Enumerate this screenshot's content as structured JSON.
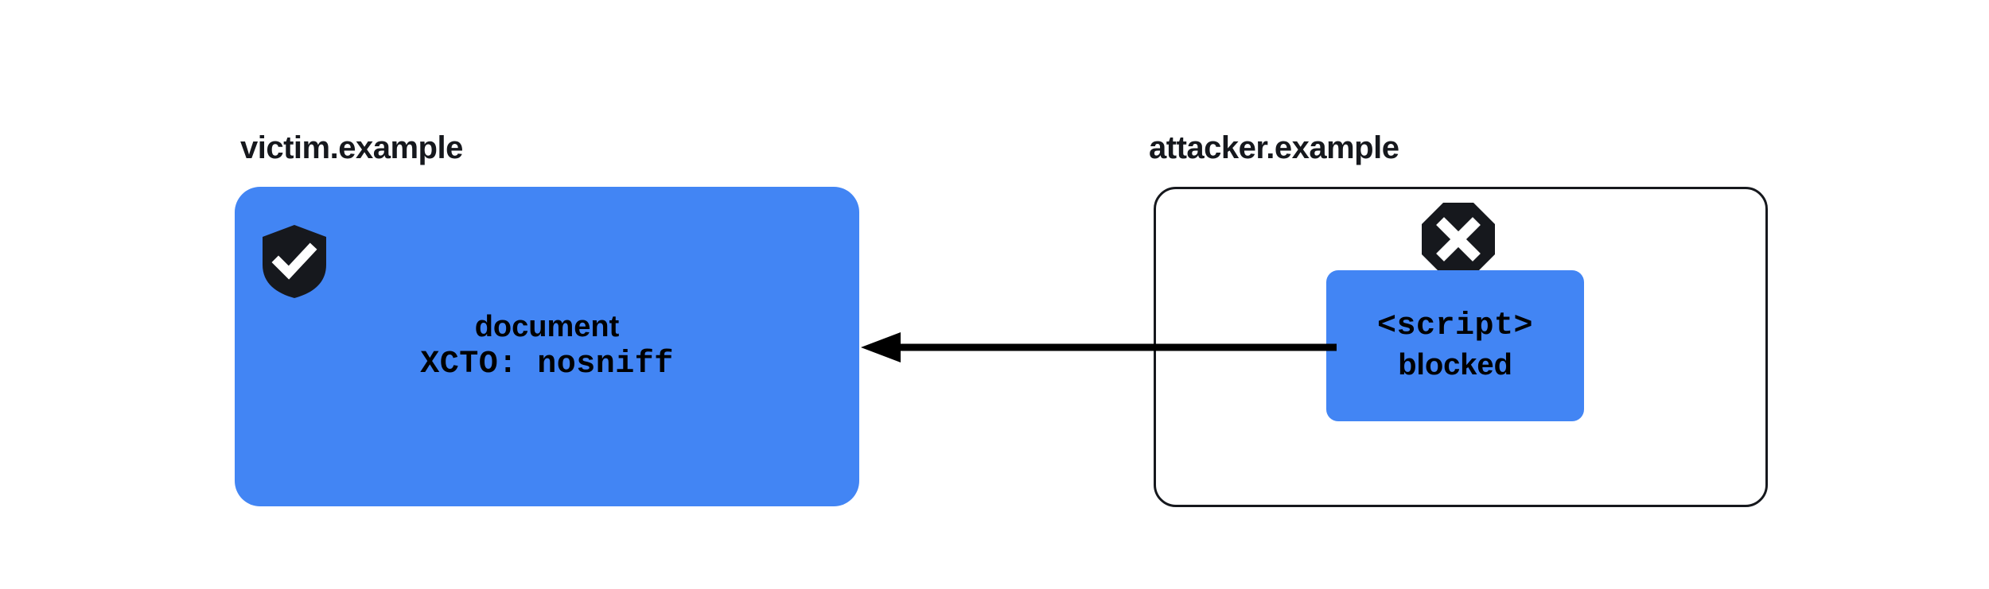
{
  "diagram": {
    "type": "security-flow",
    "background_color": "#ffffff",
    "accent_color": "#4285f4",
    "ink_color": "#16181d"
  },
  "victim": {
    "label": "victim.example",
    "box_fill": "#4285f4",
    "icon": "shield-check-icon",
    "resource_line_1": "document",
    "resource_line_2": "XCTO: nosniff"
  },
  "attacker": {
    "label": "attacker.example",
    "box_border": "#16181d",
    "icon": "octagon-x-icon",
    "chip_fill": "#4285f4",
    "chip_line_1": "<script>",
    "chip_line_2": "blocked"
  },
  "arrow": {
    "name": "blocked-request-arrow",
    "direction": "left",
    "color": "#000000"
  }
}
